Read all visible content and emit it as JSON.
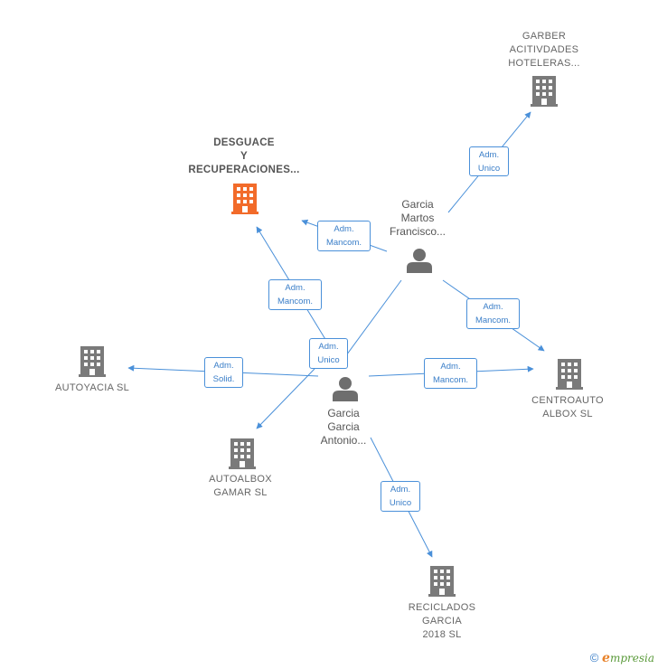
{
  "colors": {
    "edge": "#4a90d9",
    "company": "#7a7a7a",
    "main_company": "#f26b2a",
    "person": "#6e6e6e"
  },
  "nodes": {
    "desguace": "DESGUACE\nY\nRECUPERACIONES...",
    "garber": "GARBER\nACITIVDADES\nHOTELERAS...",
    "autoyacia": "AUTOYACIA  SL",
    "centroauto": "CENTROAUTO\nALBOX  SL",
    "autoalbox": "AUTOALBOX\nGAMAR  SL",
    "reciclados": "RECICLADOS\nGARCIA\n2018  SL"
  },
  "persons": {
    "martos": "Garcia\nMartos\nFrancisco...",
    "antonio": "Garcia\nGarcia\nAntonio..."
  },
  "edges": {
    "e1": "Adm.\nUnico",
    "e2": "Adm.\nMancom.",
    "e3": "Adm.\nMancom.",
    "e4": "Adm.\nMancom.",
    "e5": "Adm.\nUnico",
    "e6": "Adm.\nSolid.",
    "e7": "Adm.\nMancom.",
    "e8": "Adm.\nUnico"
  },
  "footer": {
    "copyright": "©",
    "brand_initial": "e",
    "brand_rest": "mpresia"
  }
}
